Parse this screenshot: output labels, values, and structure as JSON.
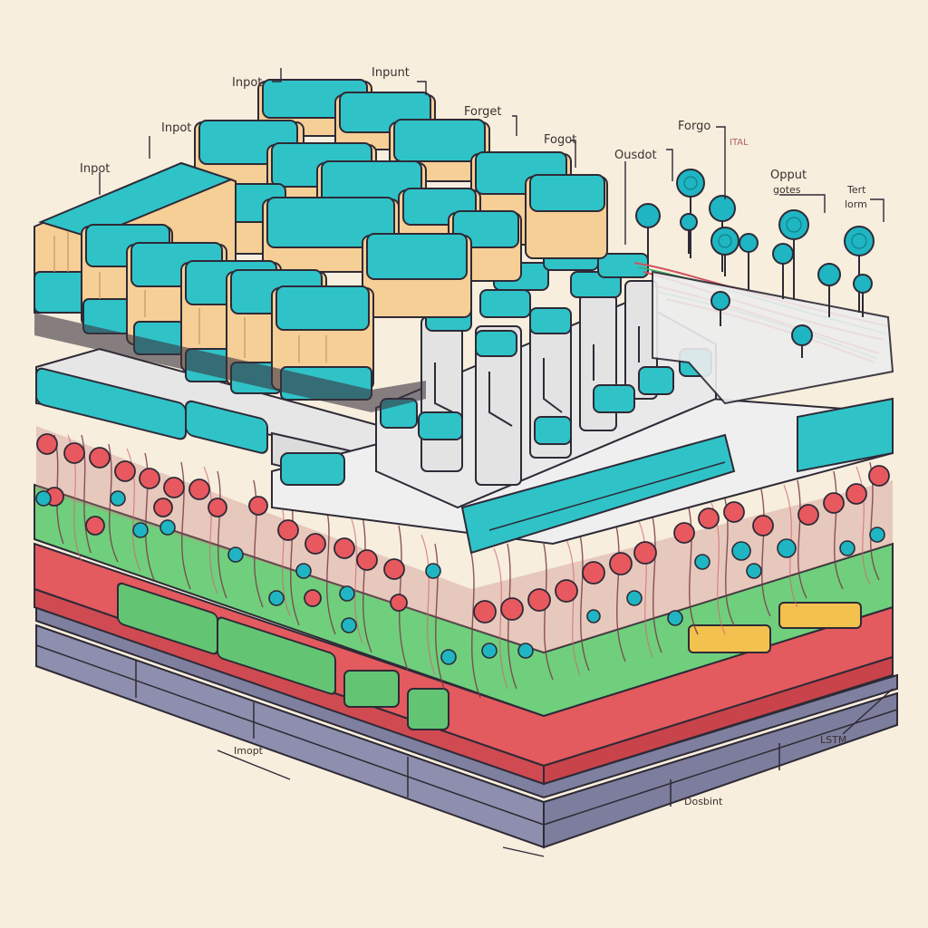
{
  "labels": {
    "input_1": "Inpot",
    "input_2": "Inpot",
    "input_3": "Inpot",
    "input_4": "Inpunt",
    "forget_1": "Forget",
    "forget_2": "Fogot",
    "forget_3": "Forgo",
    "output_1": "Ousdot",
    "output_gates_1": "Opput",
    "output_gates_2": "gotes",
    "text_1": "Tert",
    "text_2": "lorm",
    "bottom_left": "Imopt",
    "bottom_mid": "Dosbint",
    "bottom_right": "LSTM",
    "faint_top": "ITAL"
  },
  "colors": {
    "background": "#f7eedd",
    "teal": "#2fc3c8",
    "teal_dark": "#168c95",
    "peach": "#f6cf96",
    "peach_dark": "#d9a86a",
    "green": "#6fcf7d",
    "red": "#e35a5f",
    "slate": "#8b8ca8",
    "white_block": "#ececec",
    "wire_red": "#b54652",
    "wire_dark": "#6b3a45",
    "outline": "#2e2a36"
  }
}
